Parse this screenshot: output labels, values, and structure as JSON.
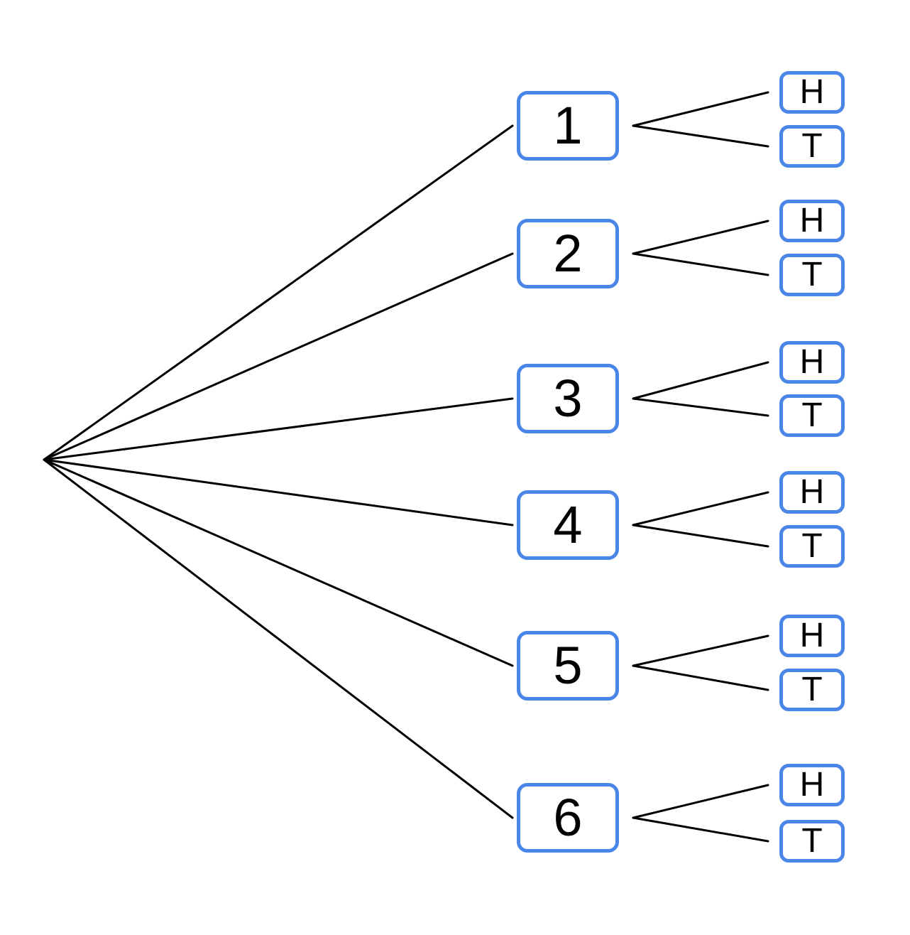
{
  "diagram": {
    "type": "probability-tree",
    "stage1": {
      "outcomes": [
        "1",
        "2",
        "3",
        "4",
        "5",
        "6"
      ]
    },
    "stage2": {
      "outcomes": [
        "H",
        "T"
      ]
    },
    "branches": [
      {
        "label": "1",
        "children": [
          {
            "label": "H"
          },
          {
            "label": "T"
          }
        ]
      },
      {
        "label": "2",
        "children": [
          {
            "label": "H"
          },
          {
            "label": "T"
          }
        ]
      },
      {
        "label": "3",
        "children": [
          {
            "label": "H"
          },
          {
            "label": "T"
          }
        ]
      },
      {
        "label": "4",
        "children": [
          {
            "label": "H"
          },
          {
            "label": "T"
          }
        ]
      },
      {
        "label": "5",
        "children": [
          {
            "label": "H"
          },
          {
            "label": "T"
          }
        ]
      },
      {
        "label": "6",
        "children": [
          {
            "label": "H"
          },
          {
            "label": "T"
          }
        ]
      }
    ]
  },
  "colors": {
    "node_border": "#4a86e8",
    "node_fill": "#ffffff",
    "edge": "#000000",
    "text": "#000000",
    "background": "#ffffff"
  }
}
